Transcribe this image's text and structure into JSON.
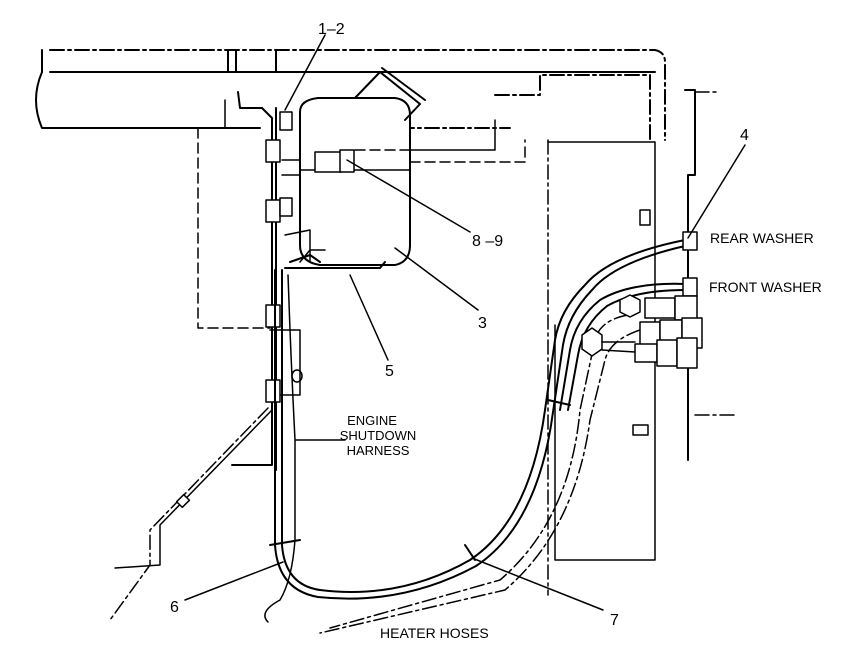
{
  "callouts": {
    "c1": "1–2",
    "c2": "8 –9",
    "c3": "3",
    "c4": "4",
    "c5": "5",
    "c6": "6",
    "c7": "7"
  },
  "labels": {
    "rear_washer": "REAR  WASHER",
    "front_washer": "FRONT  WASHER",
    "engine_harness": [
      "ENGINE",
      "SHUTDOWN",
      "HARNESS"
    ],
    "heater_hoses": "HEATER  HOSES"
  }
}
